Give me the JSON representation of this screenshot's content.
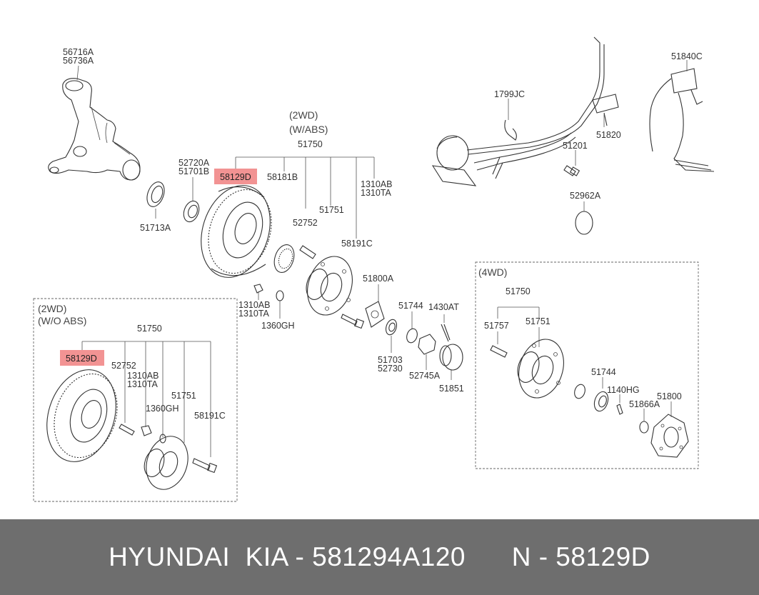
{
  "diagram": {
    "sections": {
      "wabs_line1": "(2WD)",
      "wabs_line2": "(W/ABS)",
      "woabs_line1": "(2WD)",
      "woabs_line2": "(W/O ABS)",
      "fourwd": "(4WD)"
    },
    "labels": {
      "p56716A": "56716A",
      "p56736A": "56736A",
      "p52720A": "52720A",
      "p51701B": "51701B",
      "p51713A": "51713A",
      "p51750_top": "51750",
      "p58129D_top": "58129D",
      "p58181B": "58181B",
      "p1310AB_top": "1310AB",
      "p1310TA_top": "1310TA",
      "p52752_top": "52752",
      "p51751_top": "51751",
      "p58191C_top": "58191C",
      "p51800A": "51800A",
      "p1310AB_mid": "1310AB",
      "p1310TA_mid": "1310TA",
      "p1360GH_mid": "1360GH",
      "p51744_mid": "51744",
      "p1430AT": "1430AT",
      "p51703": "51703",
      "p52730": "52730",
      "p52745A": "52745A",
      "p51851": "51851",
      "p1799JC": "1799JC",
      "p51840C": "51840C",
      "p51820": "51820",
      "p51201": "51201",
      "p52962A": "52962A",
      "p51750_left": "51750",
      "p58129D_left": "58129D",
      "p52752_left": "52752",
      "p1310AB_left": "1310AB",
      "p1310TA_left": "1310TA",
      "p1360GH_left": "1360GH",
      "p51751_left": "51751",
      "p58191C_left": "58191C",
      "p51750_4wd": "51750",
      "p51757": "51757",
      "p51751_4wd": "51751",
      "p51744_4wd": "51744",
      "p1140HG": "1140HG",
      "p51800": "51800",
      "p51866A": "51866A"
    },
    "highlight_color": "#f08080"
  },
  "footer": {
    "text": "HYUNDAI  KIA - 581294A120      N - 58129D"
  }
}
